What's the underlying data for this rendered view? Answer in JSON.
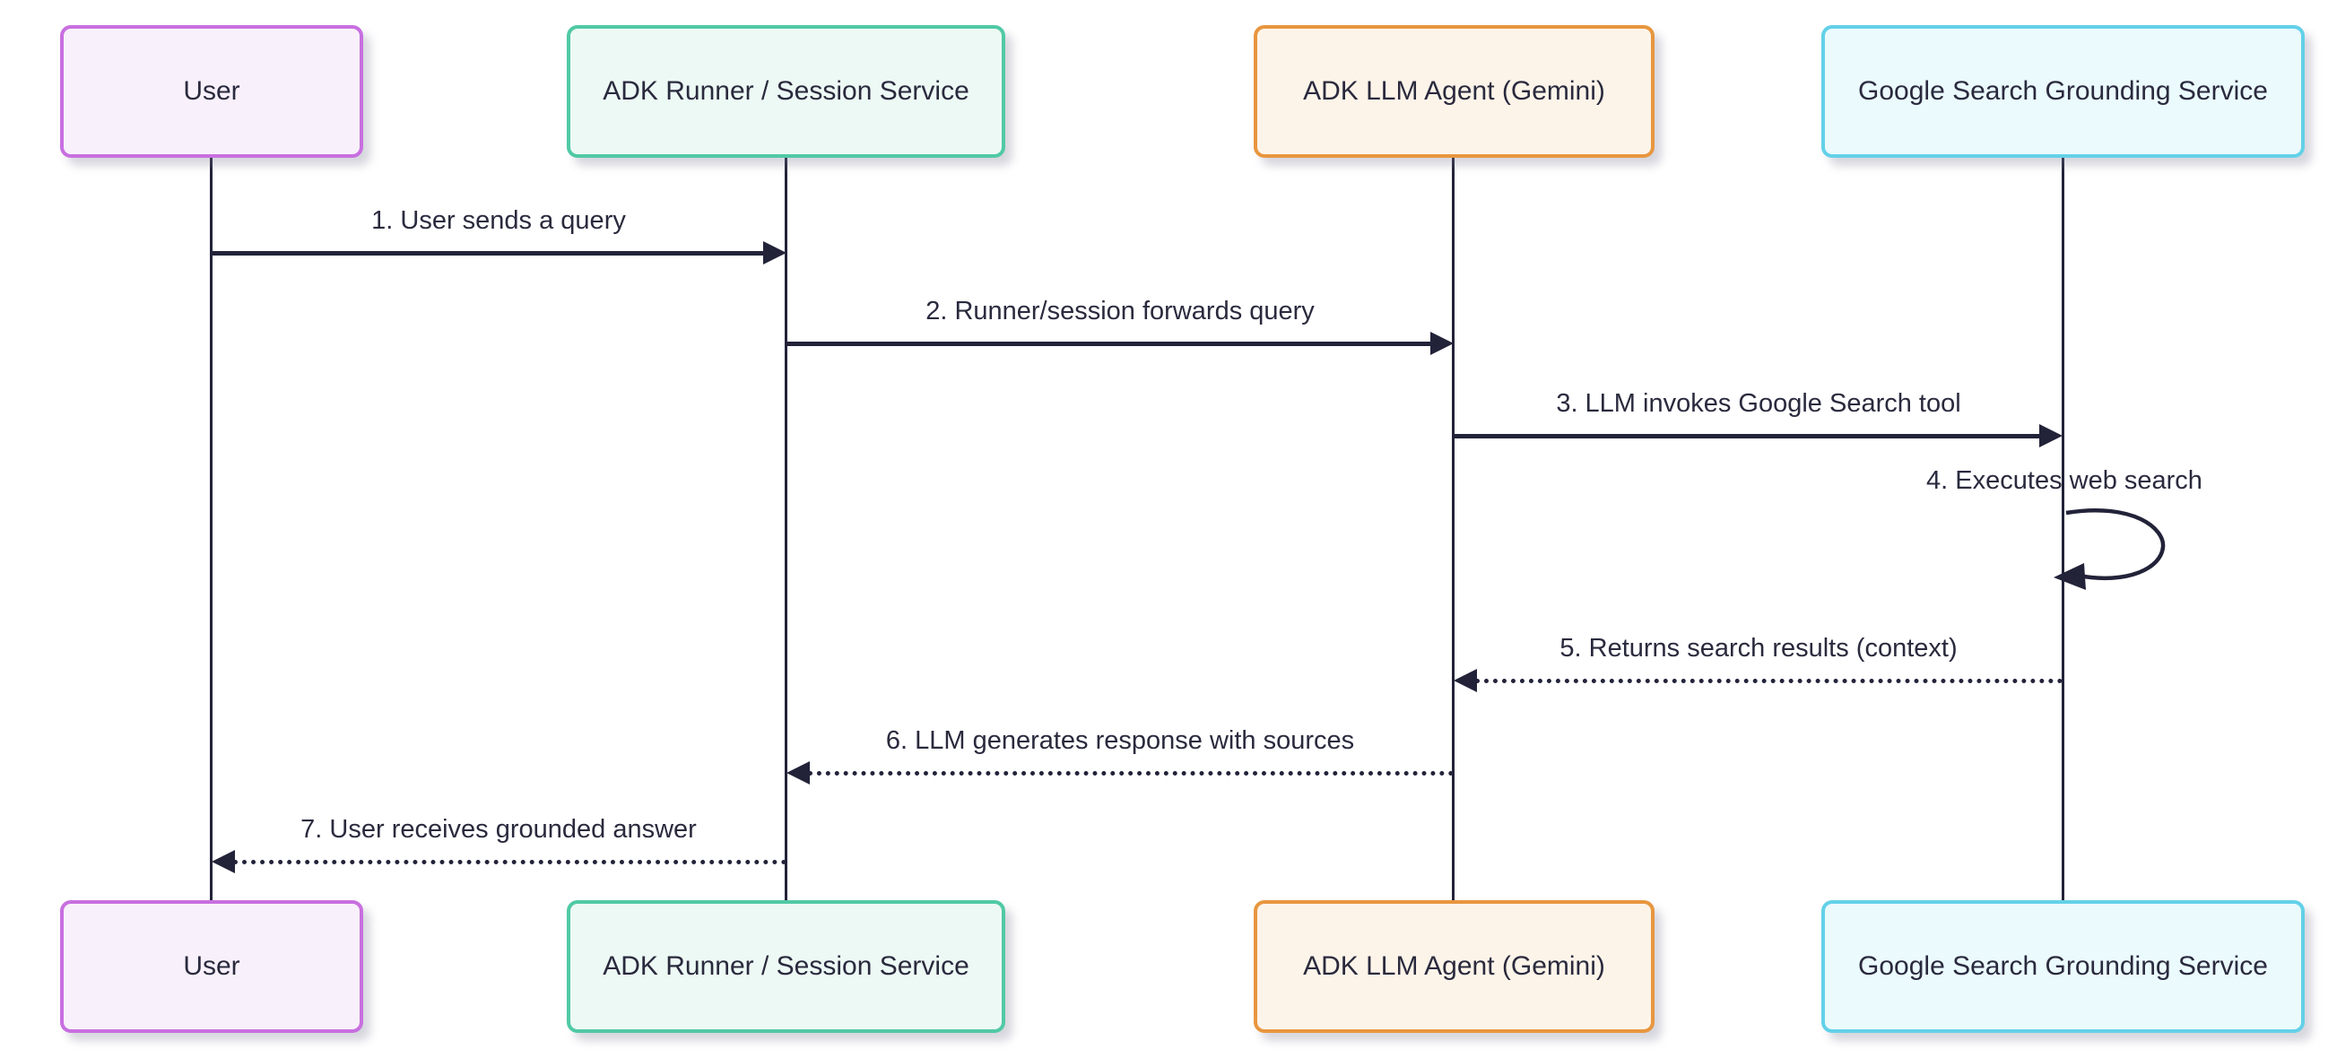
{
  "diagram": {
    "type": "sequence-diagram",
    "background": "#ffffff",
    "line_color": "#222339",
    "text_color": "#2a2a3e"
  },
  "actors": [
    {
      "id": "user",
      "label": "User",
      "fill": "#f8f1fb",
      "border": "#c86fe0"
    },
    {
      "id": "adk-runner",
      "label": "ADK Runner / Session Service",
      "fill": "#edf9f4",
      "border": "#50c9a5"
    },
    {
      "id": "llm-agent",
      "label": "ADK LLM Agent (Gemini)",
      "fill": "#fdf4e9",
      "border": "#e8963f"
    },
    {
      "id": "google-search",
      "label": "Google Search Grounding Service",
      "fill": "#ebfafd",
      "border": "#63d1e8"
    }
  ],
  "messages": [
    {
      "seq": 1,
      "label": "1. User sends a query",
      "from": "user",
      "to": "adk-runner",
      "line": "solid",
      "direction": "right"
    },
    {
      "seq": 2,
      "label": "2. Runner/session forwards query",
      "from": "adk-runner",
      "to": "llm-agent",
      "line": "solid",
      "direction": "right"
    },
    {
      "seq": 3,
      "label": "3. LLM invokes Google Search tool",
      "from": "llm-agent",
      "to": "google-search",
      "line": "solid",
      "direction": "right"
    },
    {
      "seq": 4,
      "label": "4. Executes web search",
      "from": "google-search",
      "to": "google-search",
      "line": "solid",
      "direction": "self"
    },
    {
      "seq": 5,
      "label": "5. Returns search results (context)",
      "from": "google-search",
      "to": "llm-agent",
      "line": "dotted",
      "direction": "left"
    },
    {
      "seq": 6,
      "label": "6. LLM generates response with sources",
      "from": "llm-agent",
      "to": "adk-runner",
      "line": "dotted",
      "direction": "left"
    },
    {
      "seq": 7,
      "label": "7. User receives grounded answer",
      "from": "adk-runner",
      "to": "user",
      "line": "dotted",
      "direction": "left"
    }
  ]
}
